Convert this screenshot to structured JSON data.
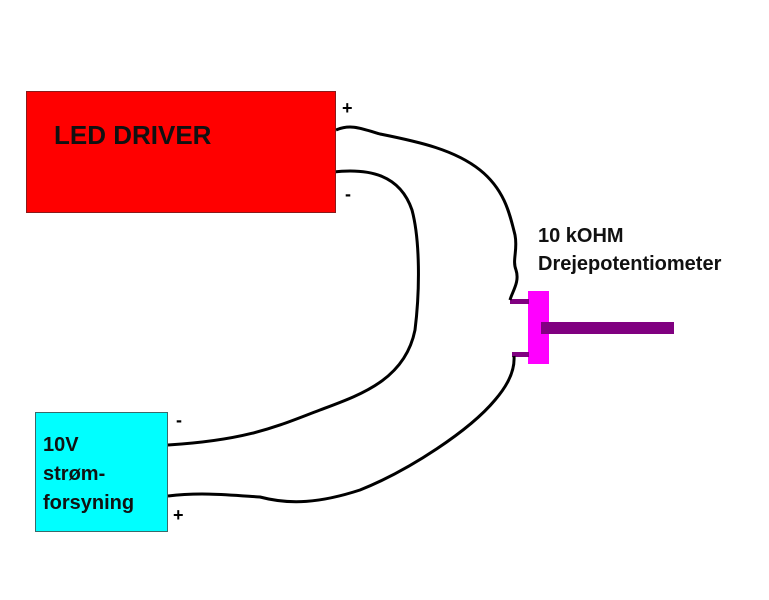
{
  "components": {
    "led_driver": {
      "label": "LED DRIVER",
      "plus": "+",
      "minus": "-",
      "color": "#ff0000"
    },
    "power_supply": {
      "line1": "10V",
      "line2": "strøm-",
      "line3": "forsyning",
      "plus": "+",
      "minus": "-",
      "color": "#00ffff"
    },
    "potentiometer": {
      "line1": "10 kOHM",
      "line2": "Drejepotentiometer",
      "body_color": "#ff00ff",
      "shaft_color": "#800080"
    }
  },
  "wire_color": "#000000"
}
